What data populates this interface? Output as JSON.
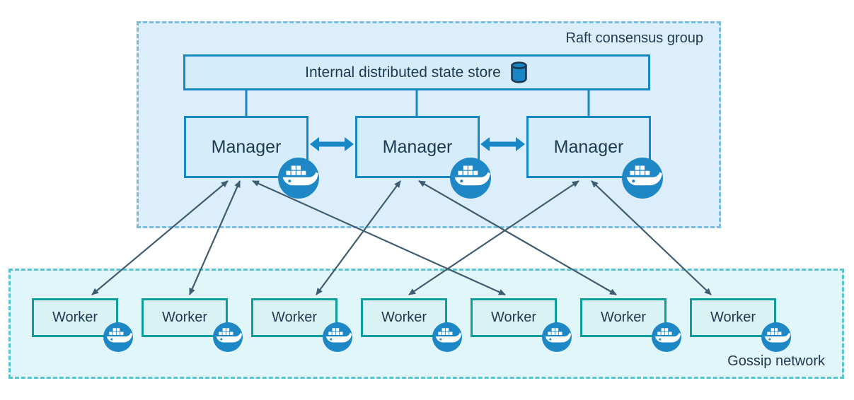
{
  "diagram": {
    "raft_group": {
      "label": "Raft consensus group"
    },
    "state_store": {
      "label": "Internal distributed state store"
    },
    "managers": [
      {
        "label": "Manager"
      },
      {
        "label": "Manager"
      },
      {
        "label": "Manager"
      }
    ],
    "workers": [
      {
        "label": "Worker"
      },
      {
        "label": "Worker"
      },
      {
        "label": "Worker"
      },
      {
        "label": "Worker"
      },
      {
        "label": "Worker"
      },
      {
        "label": "Worker"
      },
      {
        "label": "Worker"
      }
    ],
    "gossip_network": {
      "label": "Gossip network"
    },
    "icons": {
      "database": "database-icon",
      "docker": "docker-whale-icon"
    },
    "connections": {
      "manager_to_manager": [
        [
          1,
          2
        ],
        [
          2,
          3
        ]
      ],
      "manager_to_worker": [
        [
          1,
          1
        ],
        [
          1,
          2
        ],
        [
          1,
          5
        ],
        [
          2,
          3
        ],
        [
          2,
          6
        ],
        [
          3,
          4
        ],
        [
          3,
          7
        ]
      ],
      "state_store_to_managers": [
        1,
        2,
        3
      ]
    },
    "colors": {
      "raft_fill": "#dceefb",
      "raft_border": "#7bbde1",
      "blue_node_fill": "#d5ecfb",
      "blue_node_border": "#1787c5",
      "gossip_fill": "#e1f6f8",
      "gossip_border": "#58c5ce",
      "worker_fill": "#d9f2f4",
      "worker_border": "#0d9d9b",
      "text": "#1e3a52",
      "thin_arrow": "#3f5d70",
      "thick_arrow": "#1787c5",
      "docker_blue": "#1e87c6"
    }
  }
}
